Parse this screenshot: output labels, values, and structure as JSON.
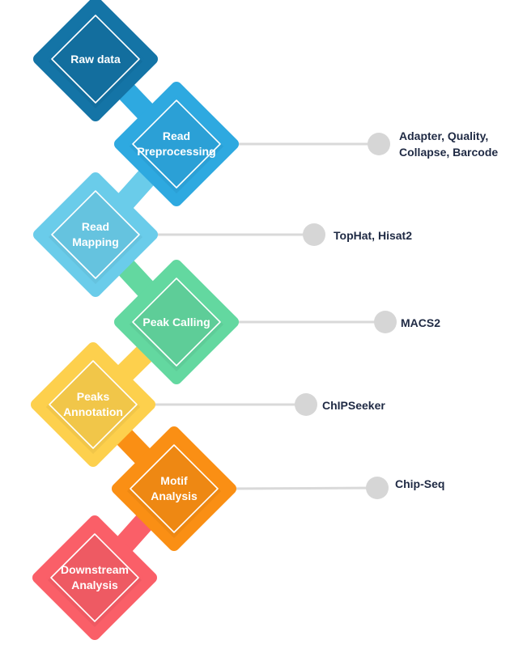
{
  "steps": [
    {
      "label": "Raw data",
      "color": "#1474a6"
    },
    {
      "label": "Read\nPreprocessing",
      "color": "#2ea9e0"
    },
    {
      "label": "Read\nMapping",
      "color": "#6accea"
    },
    {
      "label": "Peak Calling",
      "color": "#63d8a0"
    },
    {
      "label": "Peaks\nAnnotation",
      "color": "#fdd04d"
    },
    {
      "label": "Motif\nAnalysis",
      "color": "#fa8f14"
    },
    {
      "label": "Downstream\nAnalysis",
      "color": "#fa5f68"
    }
  ],
  "tools": [
    {
      "step": 1,
      "label": "Adapter, Quality,\nCollapse, Barcode"
    },
    {
      "step": 2,
      "label": "TopHat, Hisat2"
    },
    {
      "step": 3,
      "label": "MACS2"
    },
    {
      "step": 4,
      "label": "ChIPSeeker"
    },
    {
      "step": 5,
      "label": "Chip-Seq"
    }
  ],
  "colors": {
    "connector_line": "#d9d9d9",
    "tool_dot": "#d6d6d6",
    "tool_text": "#1f2a44"
  }
}
